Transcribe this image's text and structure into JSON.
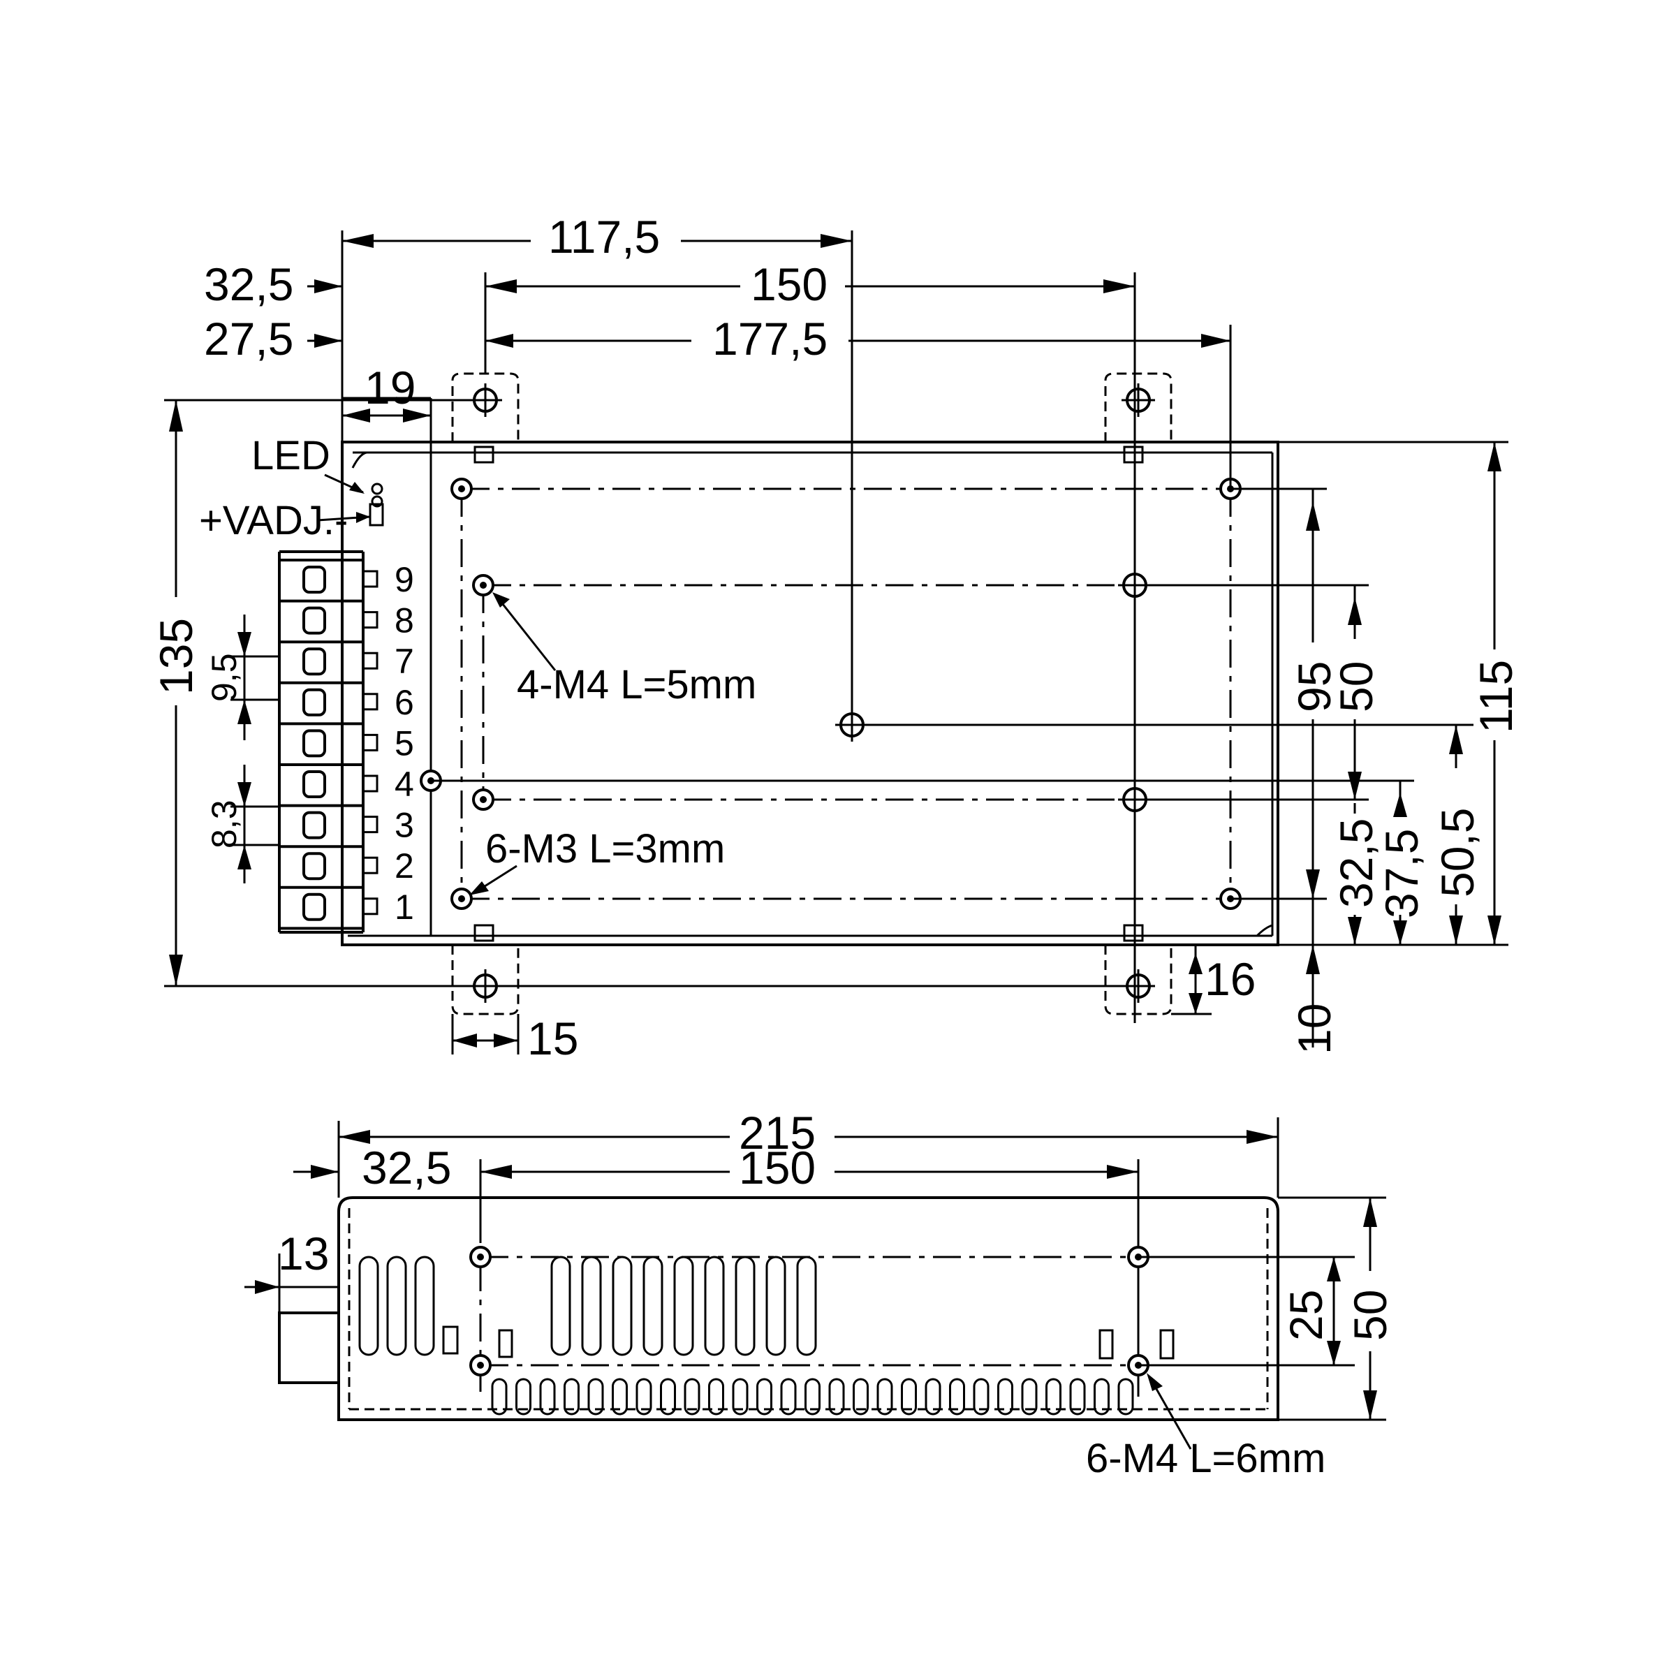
{
  "top_view": {
    "dimensions": {
      "d117_5": "117,5",
      "d32_5": "32,5",
      "d150": "150",
      "d27_5": "27,5",
      "d177_5": "177,5",
      "d19": "19",
      "d135": "135",
      "d9_5": "9,5",
      "d8_3": "8,3",
      "d95": "95",
      "d50": "50",
      "d115": "115",
      "d32_5b": "32,5",
      "d37_5": "37,5",
      "d50_5": "50,5",
      "d16": "16",
      "d10": "10",
      "d15": "15"
    },
    "labels": {
      "led": "LED",
      "vadj": "+VADJ.-",
      "hole_m4": "4-M4 L=5mm",
      "hole_m3": "6-M3 L=3mm"
    },
    "terminals": [
      "9",
      "8",
      "7",
      "6",
      "5",
      "4",
      "3",
      "2",
      "1"
    ]
  },
  "side_view": {
    "dimensions": {
      "d215": "215",
      "d32_5": "32,5",
      "d150": "150",
      "d13": "13",
      "d25": "25",
      "d50": "50"
    },
    "labels": {
      "hole_m4": "6-M4 L=6mm"
    }
  }
}
